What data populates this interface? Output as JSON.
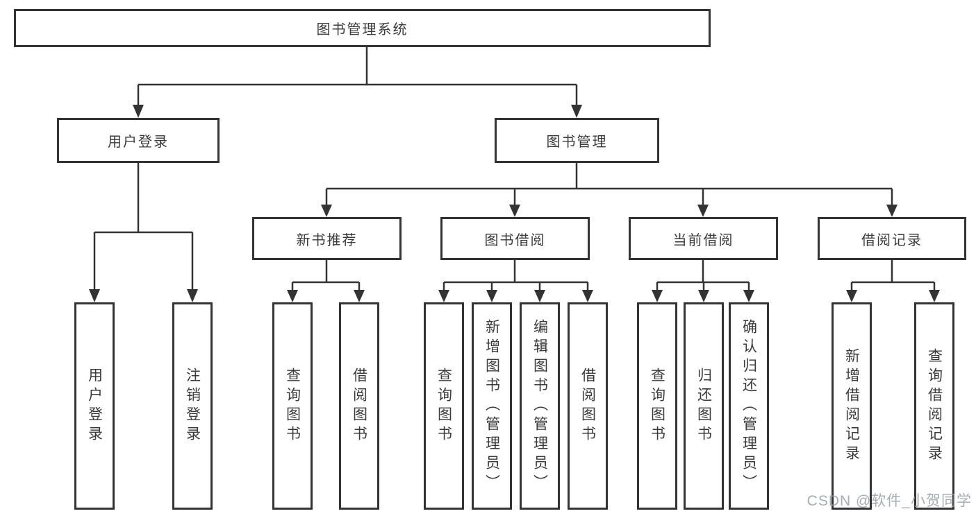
{
  "tree": {
    "label": "图书管理系统",
    "children": [
      {
        "label": "用户登录",
        "children": [
          {
            "label": "用户登录"
          },
          {
            "label": "注销登录"
          }
        ]
      },
      {
        "label": "图书管理",
        "children": [
          {
            "label": "新书推荐",
            "children": [
              {
                "label": "查询图书"
              },
              {
                "label": "借阅图书"
              }
            ]
          },
          {
            "label": "图书借阅",
            "children": [
              {
                "label": "查询图书"
              },
              {
                "label": "新增图书（管理员）"
              },
              {
                "label": "编辑图书（管理员）"
              },
              {
                "label": "借阅图书"
              }
            ]
          },
          {
            "label": "当前借阅",
            "children": [
              {
                "label": "查询图书"
              },
              {
                "label": "归还图书"
              },
              {
                "label": "确认归还（管理员）"
              }
            ]
          },
          {
            "label": "借阅记录",
            "children": [
              {
                "label": "新增借阅记录"
              },
              {
                "label": "查询借阅记录"
              }
            ]
          }
        ]
      }
    ]
  },
  "watermark": "CSDN @软件_小贺同学",
  "colors": {
    "line": "#333333",
    "box_border": "#333333",
    "text": "#3a3a3a",
    "watermark": "#989ea6",
    "background": "#ffffff"
  }
}
